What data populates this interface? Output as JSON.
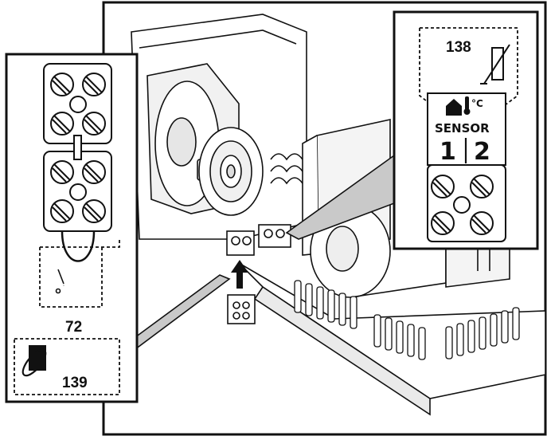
{
  "callout_right": {
    "ref_label": "138",
    "panel_label": "SENSOR",
    "unit_label": "°C",
    "terminal_1": "1",
    "terminal_2": "2"
  },
  "callout_left": {
    "switch_label": "72",
    "accessory_label": "139"
  },
  "icons": {
    "sensor_symbol": "thermistor-icon",
    "house": "house-icon",
    "thermometer": "thermometer-icon",
    "accessory": "chrono-thermostat-icon",
    "insert_arrow": "arrow-up-icon"
  },
  "colors": {
    "line": "#111111",
    "shade": "#c9c9c9",
    "background": "#ffffff"
  }
}
